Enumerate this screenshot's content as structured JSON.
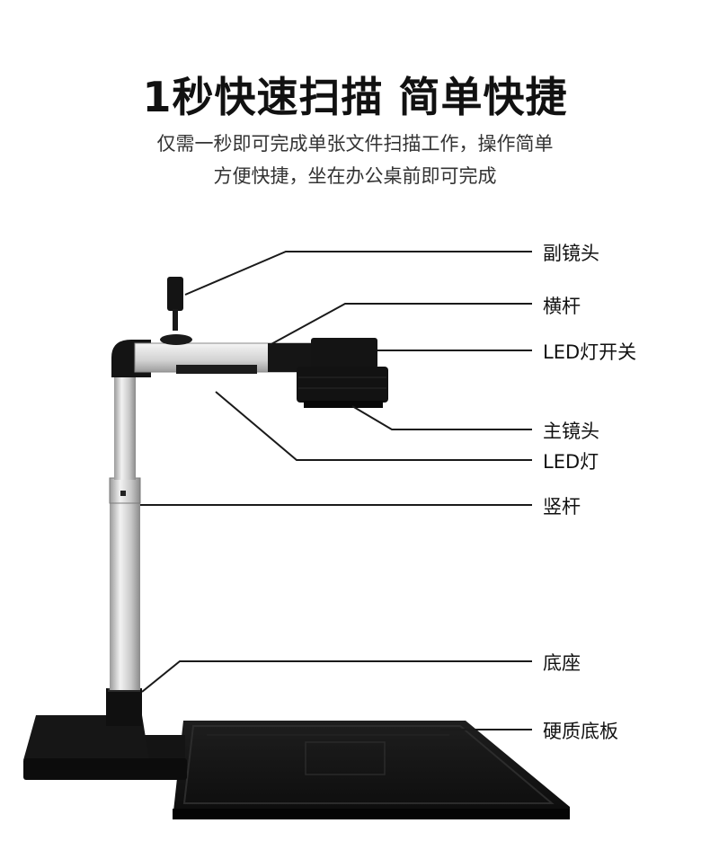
{
  "title": "1秒快速扫描 简单快捷",
  "subtitle_line1": "仅需一秒即可完成单张文件扫描工作，操作简单",
  "subtitle_line2": "方便快捷，坐在办公桌前即可完成",
  "labels": {
    "aux_lens": "副镜头",
    "crossbar": "横杆",
    "led_switch": "LED灯开关",
    "main_lens": "主镜头",
    "led_light": "LED灯",
    "vertical_pole": "竖杆",
    "base": "底座",
    "hard_board": "硬质底板"
  },
  "colors": {
    "device_black": "#141414",
    "aluminum": "#d4d4d4",
    "leader_line": "#1a1a1a"
  }
}
